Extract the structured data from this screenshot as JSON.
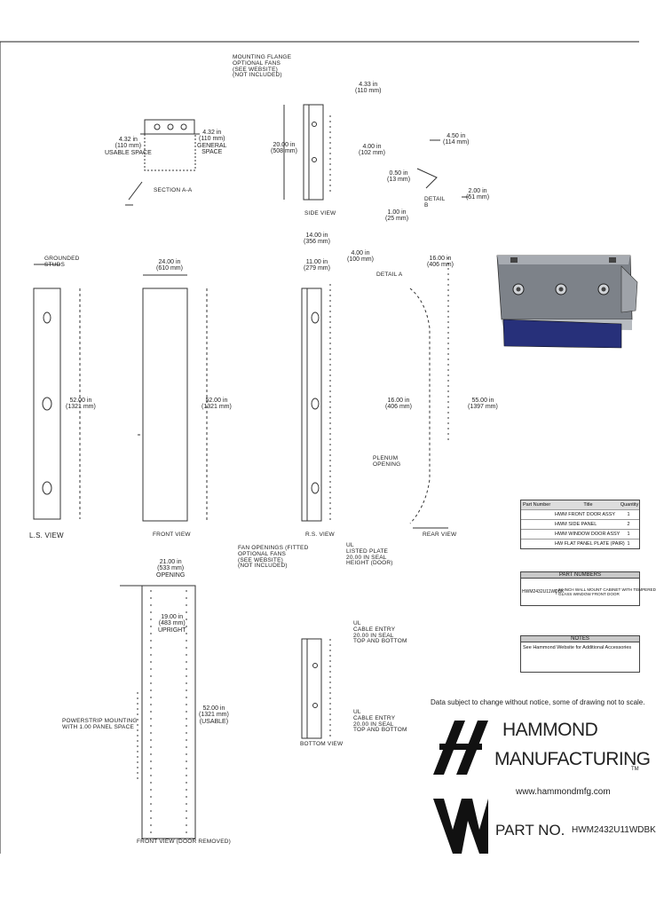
{
  "views": {
    "top_left_labels": {
      "mounting_flange_top": "MOUNTING FLANGE\nOPTIONAL FANS\n(SEE WEBSITE)\n(NOT INCLUDED)",
      "dim_top_a": "4.33 in\n(110 mm)",
      "dim_top_b": "20.00 in\n(508 mm)",
      "dim_top_c": "4.00 in\n(102 mm)",
      "dim_top_d": "0.50 in\n(13 mm)",
      "dim_top_e": "4.50 in\n(114 mm)",
      "dim_top_f": "2.00 in\n(51 mm)",
      "dim_top_g": "1.00 in\n(25 mm)",
      "dim_sec_a": "4.32 in\n(110 mm)\nUSABLE SPACE",
      "dim_sec_b": "4.32 in\n(110 mm)\nGENERAL\nSPACE",
      "section_label": "SECTION A-A",
      "side_view_label": "SIDE VIEW",
      "detail_label": "DETAIL\nB"
    },
    "main_row": {
      "ls_top": "GROUNDED\nSTUDS",
      "ls_height": "52.00 in\n(1321 mm)",
      "ls_view": "L.S. VIEW",
      "front_width": "24.00 in\n(610 mm)",
      "front_height": "52.00 in\n(1321 mm)",
      "front_view": "FRONT VIEW",
      "rs_top1": "14.00 in\n(356 mm)",
      "rs_top2": "4.00 in\n(100 mm)",
      "rs_top3": "11.00 in\n(279 mm)",
      "rs_view": "R.S. VIEW",
      "detail_top": "DETAIL A",
      "rear_top": "16.00 in\n(406 mm)",
      "rear_mid": "16.00 in\n(406 mm)",
      "rear_right": "55.00 in\n(1397 mm)",
      "rear_view": "REAR VIEW",
      "plenum": "PLENUM\nOPENING",
      "fan_labels": "FAN OPENINGS (FITTED\nOPTIONAL FANS\n(SEE WEBSITE)\n(NOT INCLUDED)",
      "ul_label": "UL\nLISTED PLATE\n20.00 IN SEAL\nHEIGHT (DOOR)"
    },
    "bottom_row": {
      "opening_w": "21.00 in\n(533 mm)\nOPENING",
      "inner_w": "19.00 in\n(483 mm)\nUPRIGHT",
      "inner_h": "52.00 in\n(1321 mm)\n(USABLE)",
      "mount_label": "POWERSTRIP MOUNTING\nWITH 1.00 PANEL SPACE",
      "front_view_door": "FRONT VIEW (DOOR REMOVED)",
      "bottom_view": "BOTTOM VIEW",
      "bv_a": "UL\nCABLE ENTRY\n20.00 IN SEAL\nTOP AND BOTTOM",
      "bv_b": "UL\nCABLE ENTRY\n20.00 IN SEAL\nTOP AND BOTTOM"
    }
  },
  "parts_table": {
    "headers": [
      "Part Number",
      "Title",
      "Quantity"
    ],
    "rows": [
      [
        "",
        "HWM FRONT DOOR ASSY",
        "1"
      ],
      [
        "",
        "HWM SIDE PANEL",
        "2"
      ],
      [
        "",
        "HWM WINDOW DOOR ASSY",
        "1"
      ],
      [
        "",
        "HW FLAT PANEL PLATE (PAIR)",
        "1"
      ]
    ]
  },
  "part_numbers_table": {
    "title": "PART NUMBERS",
    "rows": [
      [
        "HWM2432U11WDBK",
        "24 INCH WALL MOUNT CABINET WITH TEMPERED\nGLASS WINDOW FRONT DOOR"
      ]
    ]
  },
  "notes_table": {
    "title": "NOTES",
    "text": "See Hammond Website for Additional Accessories"
  },
  "disclaimer": "Data subject to change without notice, some of drawing not to scale.",
  "brand": {
    "line1": "HAMMOND",
    "line2": "MANUFACTURING",
    "tm": "TM",
    "website": "www.hammondmfg.com",
    "part_prefix": "PART NO.",
    "part_no": "HWM2432U11WDBK",
    "ink_color": "#111111",
    "render_color": "#27307a"
  }
}
